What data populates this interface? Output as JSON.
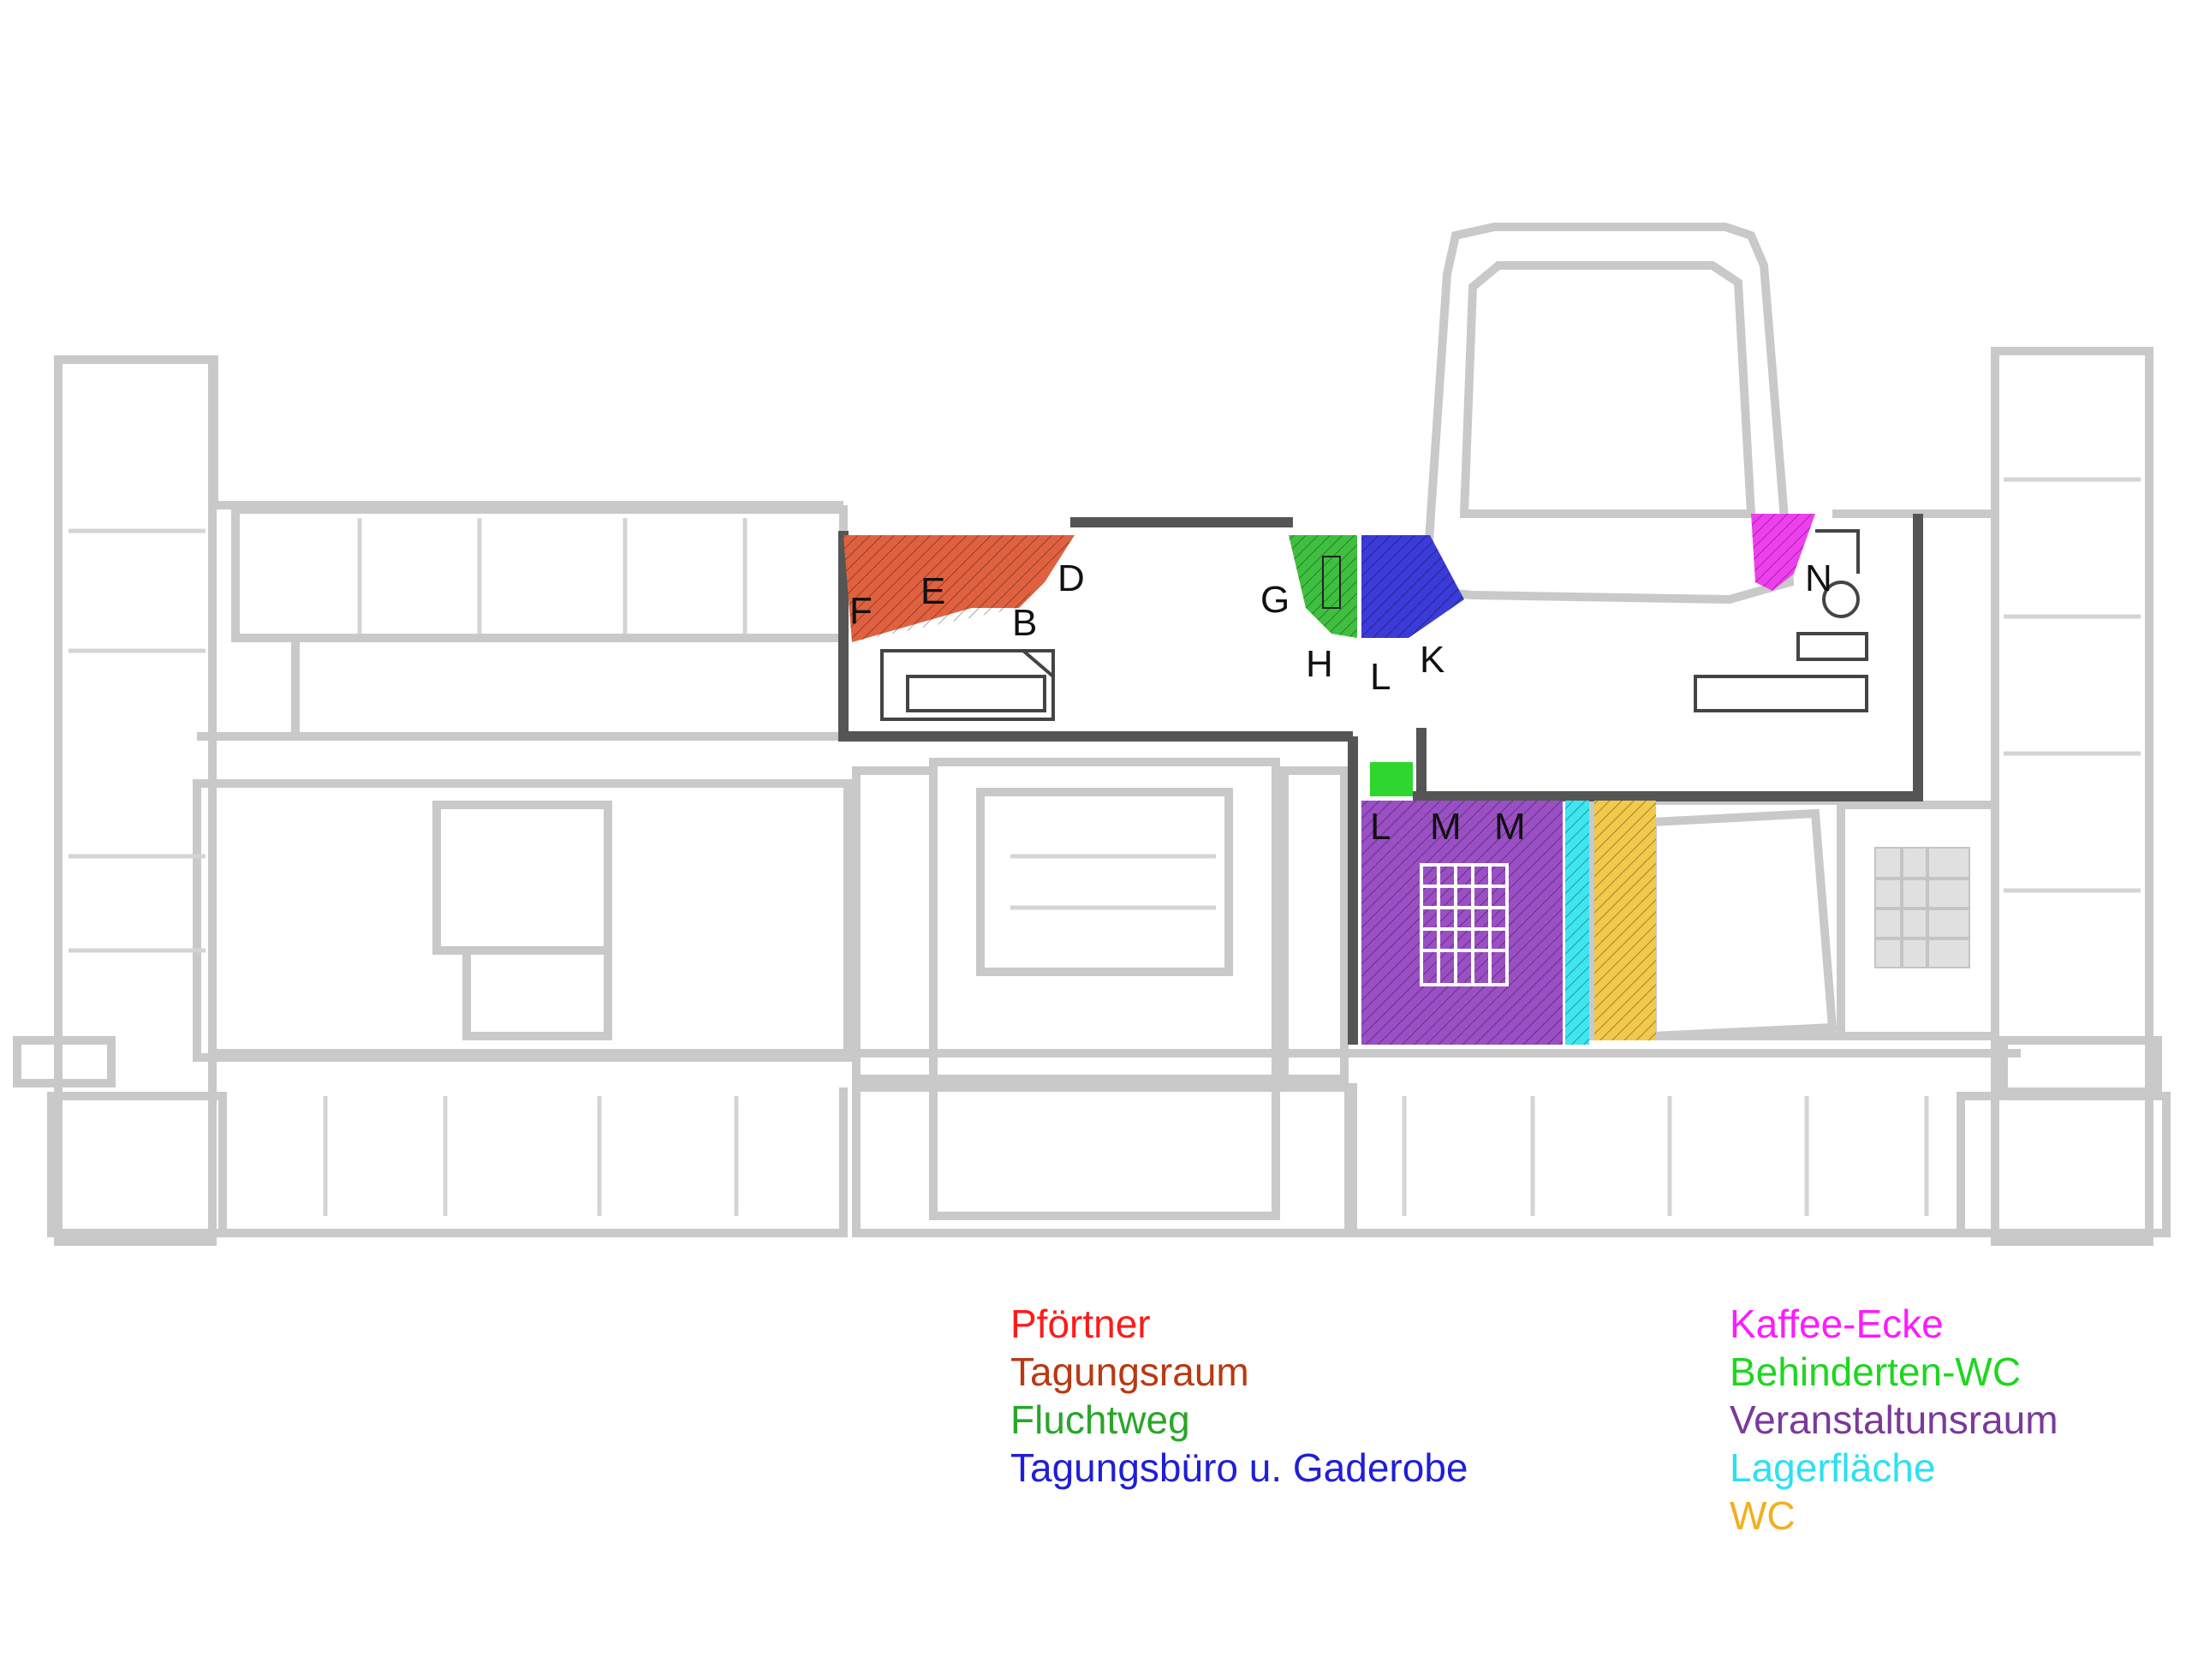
{
  "room_labels": {
    "b": "B",
    "d": "D",
    "e": "E",
    "f": "F",
    "g": "G",
    "h": "H",
    "k": "K",
    "l_upper": "L",
    "l_lower": "L",
    "m1": "M",
    "m2": "M",
    "n": "N"
  },
  "legend": {
    "left": [
      {
        "label": "Pförtner",
        "color": "#ff1a1a"
      },
      {
        "label": "Tagungsraum",
        "color": "#b83a12"
      },
      {
        "label": "Fluchtweg",
        "color": "#2aa52a"
      },
      {
        "label": "Tagungsbüro u. Gaderobe",
        "color": "#1f1fd6"
      }
    ],
    "right": [
      {
        "label": "Kaffee-Ecke",
        "color": "#ff1aff"
      },
      {
        "label": "Behinderten-WC",
        "color": "#1fd61f"
      },
      {
        "label": "Veranstaltunsraum",
        "color": "#7a3a9a"
      },
      {
        "label": "Lagerfläche",
        "color": "#2ee0f0"
      },
      {
        "label": "WC",
        "color": "#f0b020"
      }
    ]
  },
  "zone_colors": {
    "tagungsraum": "#e0613f",
    "fluchtweg": "#3fbf3f",
    "tagungsbuero": "#3b3bd9",
    "kaffee_ecke": "#ee3fee",
    "behinderten_wc": "#2ed62e",
    "veranstaltungsraum": "#9a4fc4",
    "lagerflaeche": "#3fe6f0",
    "wc": "#f2c94a",
    "wall_grey": "#c9c9c9",
    "wall_dark": "#555555"
  }
}
